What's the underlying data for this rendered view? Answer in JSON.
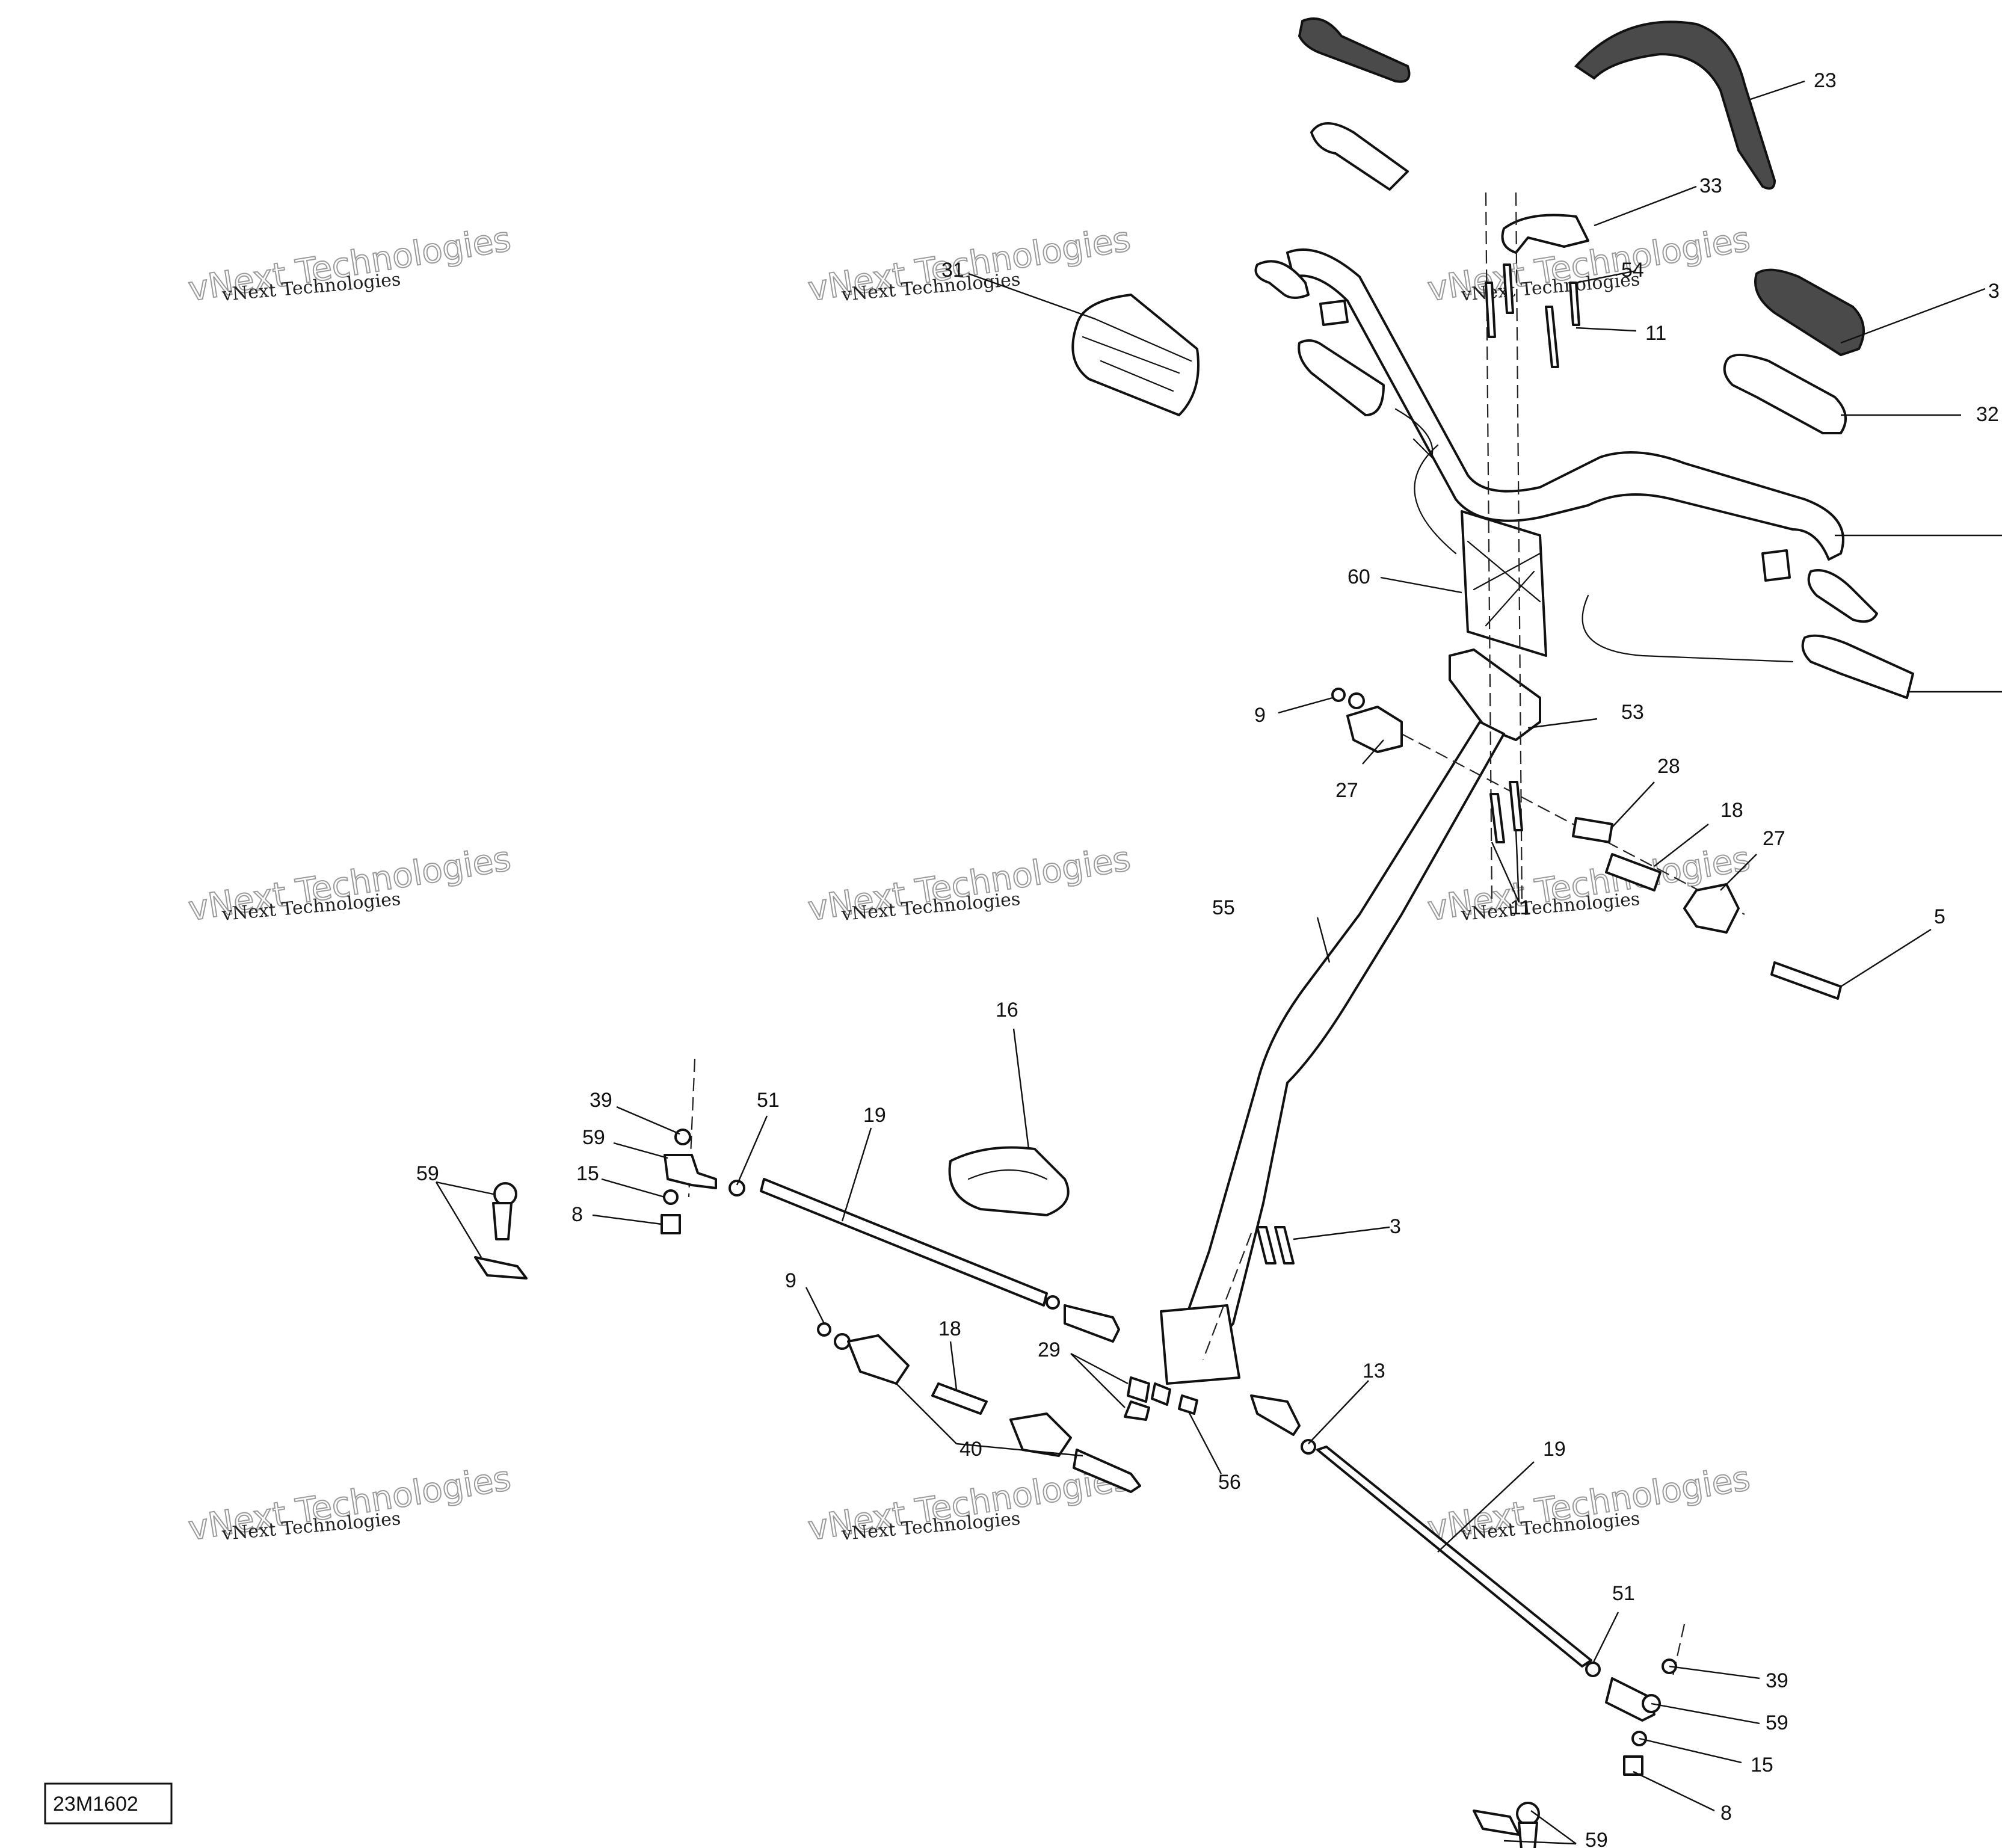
{
  "diagram_ref": "23M1602",
  "watermark": {
    "line1": "vNext Technologies",
    "line2": "vNext\nTechnologies"
  },
  "callouts": [
    {
      "id": "c23",
      "label": "23"
    },
    {
      "id": "c33",
      "label": "33"
    },
    {
      "id": "c31",
      "label": "31"
    },
    {
      "id": "c54",
      "label": "54"
    },
    {
      "id": "c11a",
      "label": "11"
    },
    {
      "id": "c3top",
      "label": "3"
    },
    {
      "id": "c32",
      "label": "32"
    },
    {
      "id": "c60",
      "label": "60"
    },
    {
      "id": "c9a",
      "label": "9"
    },
    {
      "id": "c53",
      "label": "53"
    },
    {
      "id": "c27a",
      "label": "27"
    },
    {
      "id": "c28",
      "label": "28"
    },
    {
      "id": "c18a",
      "label": "18"
    },
    {
      "id": "c27b",
      "label": "27"
    },
    {
      "id": "c11b",
      "label": "11"
    },
    {
      "id": "c55",
      "label": "55"
    },
    {
      "id": "c5",
      "label": "5"
    },
    {
      "id": "c16",
      "label": "16"
    },
    {
      "id": "c39a",
      "label": "39"
    },
    {
      "id": "c51a",
      "label": "51"
    },
    {
      "id": "c19a",
      "label": "19"
    },
    {
      "id": "c59a",
      "label": "59"
    },
    {
      "id": "c59b",
      "label": "59"
    },
    {
      "id": "c15a",
      "label": "15"
    },
    {
      "id": "c8a",
      "label": "8"
    },
    {
      "id": "c3",
      "label": "3"
    },
    {
      "id": "c9b",
      "label": "9"
    },
    {
      "id": "c18b",
      "label": "18"
    },
    {
      "id": "c29",
      "label": "29"
    },
    {
      "id": "c13",
      "label": "13"
    },
    {
      "id": "c40",
      "label": "40"
    },
    {
      "id": "c56",
      "label": "56"
    },
    {
      "id": "c19b",
      "label": "19"
    },
    {
      "id": "c51b",
      "label": "51"
    },
    {
      "id": "c39b",
      "label": "39"
    },
    {
      "id": "c59c",
      "label": "59"
    },
    {
      "id": "c15b",
      "label": "15"
    },
    {
      "id": "c8b",
      "label": "8"
    },
    {
      "id": "c59d",
      "label": "59"
    }
  ]
}
